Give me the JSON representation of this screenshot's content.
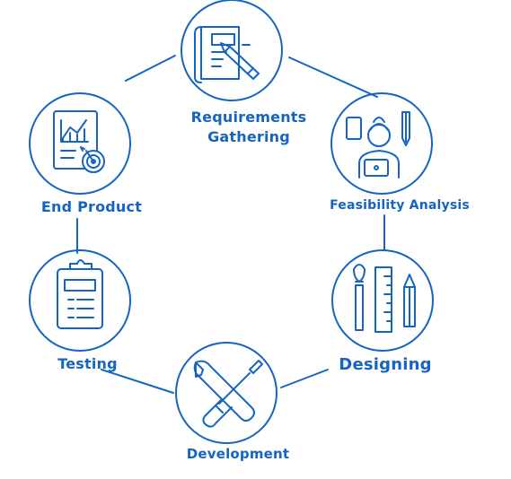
{
  "diagram": {
    "accent_color": "#1565c0",
    "stages": [
      {
        "id": "requirements",
        "label_lines": [
          "Requirements",
          "Gathering"
        ],
        "icon": "blueprint-pencil-icon"
      },
      {
        "id": "feasibility",
        "label": "Feasibility Analysis",
        "icon": "analyst-at-laptop-icon"
      },
      {
        "id": "designing",
        "label": "Designing",
        "icon": "design-tools-icon"
      },
      {
        "id": "development",
        "label": "Development",
        "icon": "wrench-screwdriver-icon"
      },
      {
        "id": "testing",
        "label": "Testing",
        "icon": "clipboard-icon"
      },
      {
        "id": "end_product",
        "label": "End Product",
        "icon": "chart-target-report-icon"
      }
    ]
  }
}
